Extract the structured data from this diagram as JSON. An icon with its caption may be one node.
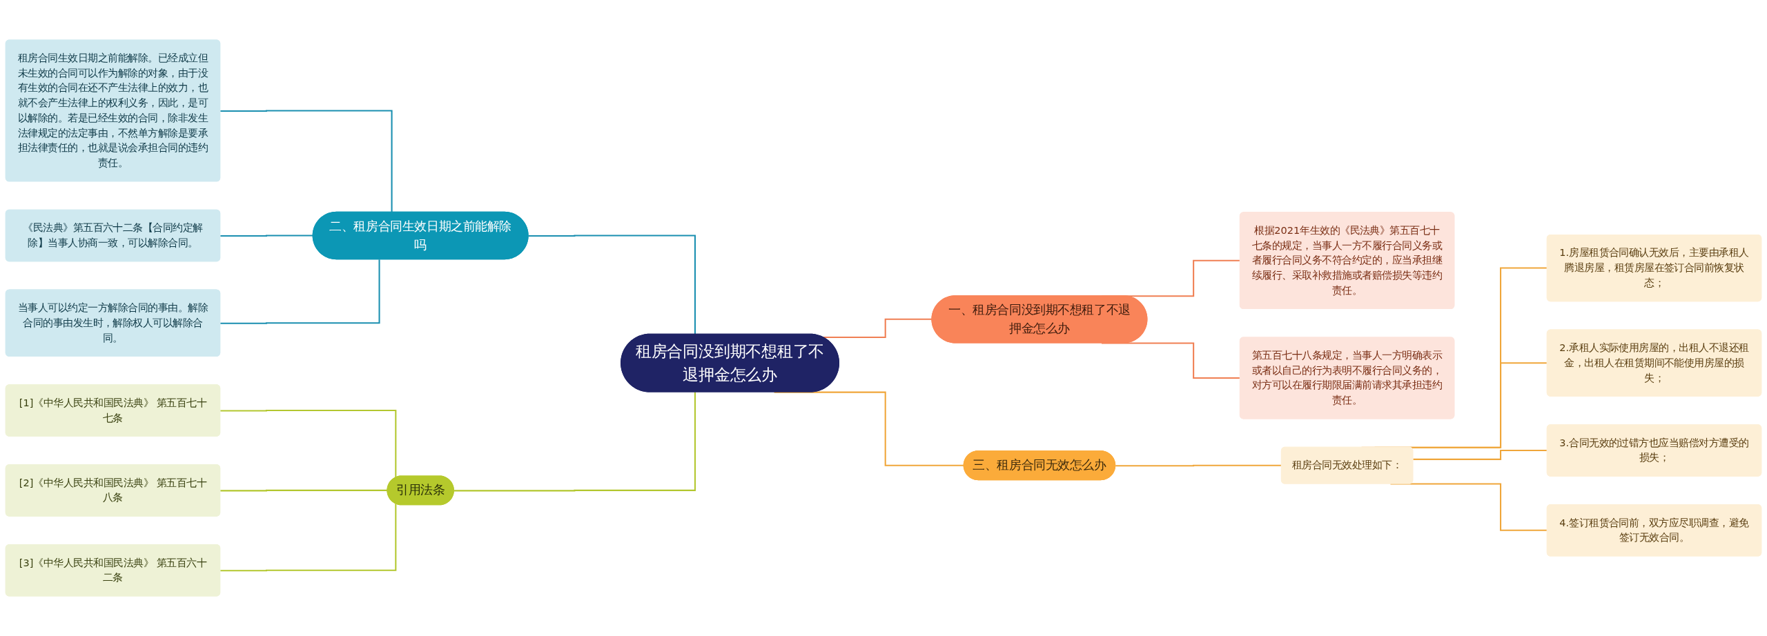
{
  "diagram": {
    "nodes": [
      {
        "text": [
          "租房合同没到期不想租了不退押金怎么办"
        ]
      },
      {
        "text": [
          "一、租房合同没到期不想租了不退押金怎么办"
        ]
      },
      {
        "text": [
          "根据2021年生效的《民法典》第五百七十七条的规定，当事人一方不履行合同义务或者履行合同义务不符合约定的，应当承担继续履行、采取补救措施或者赔偿损失等违约责任。"
        ]
      },
      {
        "text": [
          "第五百七十八条规定，当事人一方明确表示或者以自己的行为表明不履行合同义务的，对方可以在履行期限届满前请求其承担违约责任。"
        ]
      },
      {
        "text": [
          "二、租房合同生效日期之前能解除吗"
        ]
      },
      {
        "text": [
          "租房合同生效日期之前能解除。已经成立但未生效的合同可以作为解除的对象，由于没有生效的合同在还不产生法律上的效力，也就不会产生法律上的权利义务，因此，是可以解除的。若是已经生效的合同，除非发生法律规定的法定事由，不然单方解除是要承担法律责任的，也就是说会承担合同的违约责任。"
        ]
      },
      {
        "text": [
          "《民法典》第五百六十二条【合同约定解除】当事人协商一致，可以解除合同。"
        ]
      },
      {
        "text": [
          "当事人可以约定一方解除合同的事由。解除合同的事由发生时，解除权人可以解除合同。"
        ]
      },
      {
        "text": [
          "三、租房合同无效怎么办"
        ]
      },
      {
        "text": [
          "租房合同无效处理如下："
        ]
      },
      {
        "text": [
          "1.房屋租赁合同确认无效后，主要由承租人腾退房屋，租赁房屋在签订合同前恢复状态；"
        ]
      },
      {
        "text": [
          "2.承租人实际使用房屋的，出租人不退还租金，出租人在租赁期间不能使用房屋的损失；"
        ]
      },
      {
        "text": [
          "3.合同无效的过错方也应当赔偿对方遭受的损失；"
        ]
      },
      {
        "text": [
          "4.签订租赁合同前，双方应尽职调查，避免签订无效合同。"
        ]
      },
      {
        "text": [
          "引用法条"
        ]
      },
      {
        "text": [
          "[1]《中华人民共和国民法典》 第五百七十七条"
        ]
      },
      {
        "text": [
          "[2]《中华人民共和国民法典》 第五百七十八条"
        ]
      },
      {
        "text": [
          "[3]《中华人民共和国民法典》 第五百六十二条"
        ]
      }
    ],
    "edges": [
      {
        "from": 0,
        "to": 1,
        "arrow": "none",
        "color": "#f07f53"
      },
      {
        "from": 1,
        "to": 2,
        "arrow": "none",
        "color": "#f07f53"
      },
      {
        "from": 1,
        "to": 3,
        "arrow": "none",
        "color": "#f07f53"
      },
      {
        "from": 4,
        "to": 0,
        "arrow": "none",
        "color": "#1a8fb0"
      },
      {
        "from": 5,
        "to": 4,
        "arrow": "none",
        "color": "#1a8fb0"
      },
      {
        "from": 6,
        "to": 4,
        "arrow": "none",
        "color": "#1a8fb0"
      },
      {
        "from": 7,
        "to": 4,
        "arrow": "none",
        "color": "#1a8fb0"
      },
      {
        "from": 0,
        "to": 8,
        "arrow": "none",
        "color": "#f0a63a"
      },
      {
        "from": 8,
        "to": 9,
        "arrow": "none",
        "color": "#f0a63a"
      },
      {
        "from": 9,
        "to": 10,
        "arrow": "none",
        "color": "#f0a63a"
      },
      {
        "from": 9,
        "to": 11,
        "arrow": "none",
        "color": "#f0a63a"
      },
      {
        "from": 9,
        "to": 12,
        "arrow": "none",
        "color": "#f0a63a"
      },
      {
        "from": 9,
        "to": 13,
        "arrow": "none",
        "color": "#f0a63a"
      },
      {
        "from": 14,
        "to": 0,
        "arrow": "none",
        "color": "#b3c72f"
      },
      {
        "from": 15,
        "to": 14,
        "arrow": "none",
        "color": "#b3c72f"
      },
      {
        "from": 16,
        "to": 14,
        "arrow": "none",
        "color": "#b3c72f"
      },
      {
        "from": 17,
        "to": 14,
        "arrow": "none",
        "color": "#b3c72f"
      }
    ]
  }
}
